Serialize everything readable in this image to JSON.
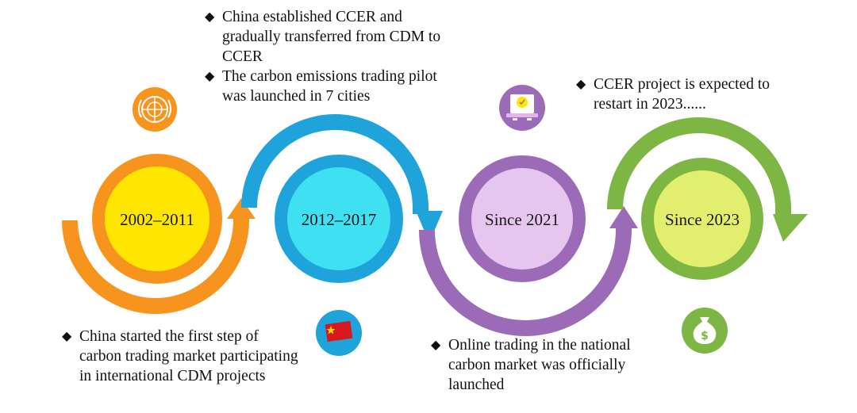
{
  "stages": [
    {
      "label": "2002–2011",
      "icon": "un-emblem-icon",
      "colors": {
        "ring": "#F7941D",
        "fill": "#FFE600",
        "icon": "#F7941D"
      }
    },
    {
      "label": "2012–2017",
      "icon": "china-flag-icon",
      "colors": {
        "ring": "#1FA3DB",
        "fill": "#3FE0F2",
        "icon": "#1FA3DB"
      }
    },
    {
      "label": "Since 2021",
      "icon": "online-trading-icon",
      "colors": {
        "ring": "#9B6BB8",
        "fill": "#E6C6EE",
        "icon": "#9B6BB8"
      }
    },
    {
      "label": "Since 2023",
      "icon": "money-bag-icon",
      "colors": {
        "ring": "#7DB642",
        "fill": "#E2EE6E",
        "icon": "#7DB642"
      }
    }
  ],
  "notes": {
    "stage1": [
      "China started the first step of carbon trading market participating in international CDM projects"
    ],
    "stage2": [
      "China established CCER and gradually transferred from CDM to CCER",
      "The carbon emissions trading pilot was launched in 7 cities"
    ],
    "stage3": [
      "Online trading in the national carbon market was officially launched"
    ],
    "stage4": [
      "CCER project is expected to restart in 2023......"
    ]
  }
}
